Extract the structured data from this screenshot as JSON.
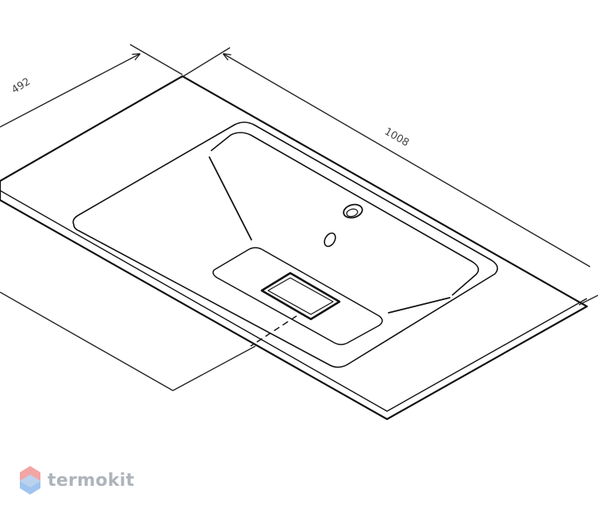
{
  "dimensions": {
    "depth_label": "492",
    "width_label": "1008"
  },
  "logo": {
    "text": "termokit",
    "colors": {
      "top": "#f2a5a5",
      "bottom": "#9fc4ef",
      "text": "#aeb4bb"
    }
  },
  "colors": {
    "line": "#111111",
    "dim_line": "#222222"
  }
}
